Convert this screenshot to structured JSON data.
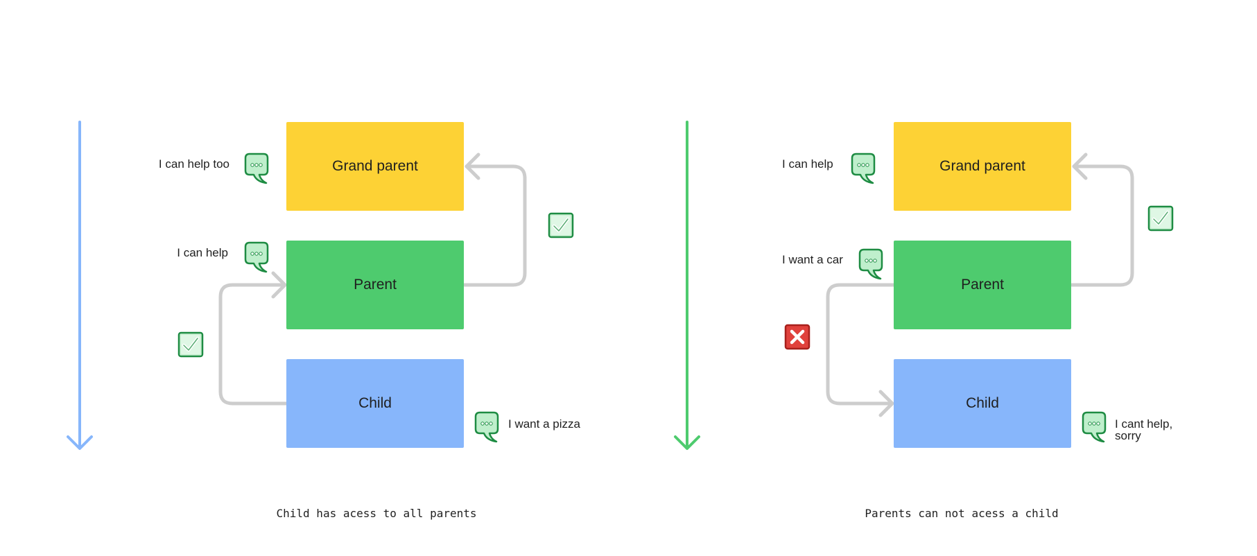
{
  "colors": {
    "grandparent": "#FDD235",
    "parent": "#4ECB6E",
    "child": "#87B6FB",
    "connector": "#CDCDCD",
    "left_arrow": "#87B6FB",
    "right_arrow": "#4ECB6E",
    "check_bg": "#C9F0D2",
    "check_border": "#1E8C43",
    "cross_bg": "#E0413C",
    "speech_bubble": "#BFEFCC"
  },
  "left_panel": {
    "grandparent_label": "Grand parent",
    "parent_label": "Parent",
    "child_label": "Child",
    "grandparent_note": "I can help too",
    "parent_note": "I can help",
    "child_note": "I want a pizza",
    "caption": "Child has acess to all parents",
    "child_to_parent_status_icon": "check-mark-icon",
    "parent_to_grandparent_status_icon": "check-mark-icon"
  },
  "right_panel": {
    "grandparent_label": "Grand parent",
    "parent_label": "Parent",
    "child_label": "Child",
    "grandparent_note": "I can help",
    "parent_note": "I want a car",
    "child_note_line1": "I cant help,",
    "child_note_line2": "sorry",
    "caption": "Parents can not acess a child",
    "parent_to_child_status_icon": "cross-mark-icon",
    "parent_to_grandparent_status_icon": "check-mark-icon"
  }
}
